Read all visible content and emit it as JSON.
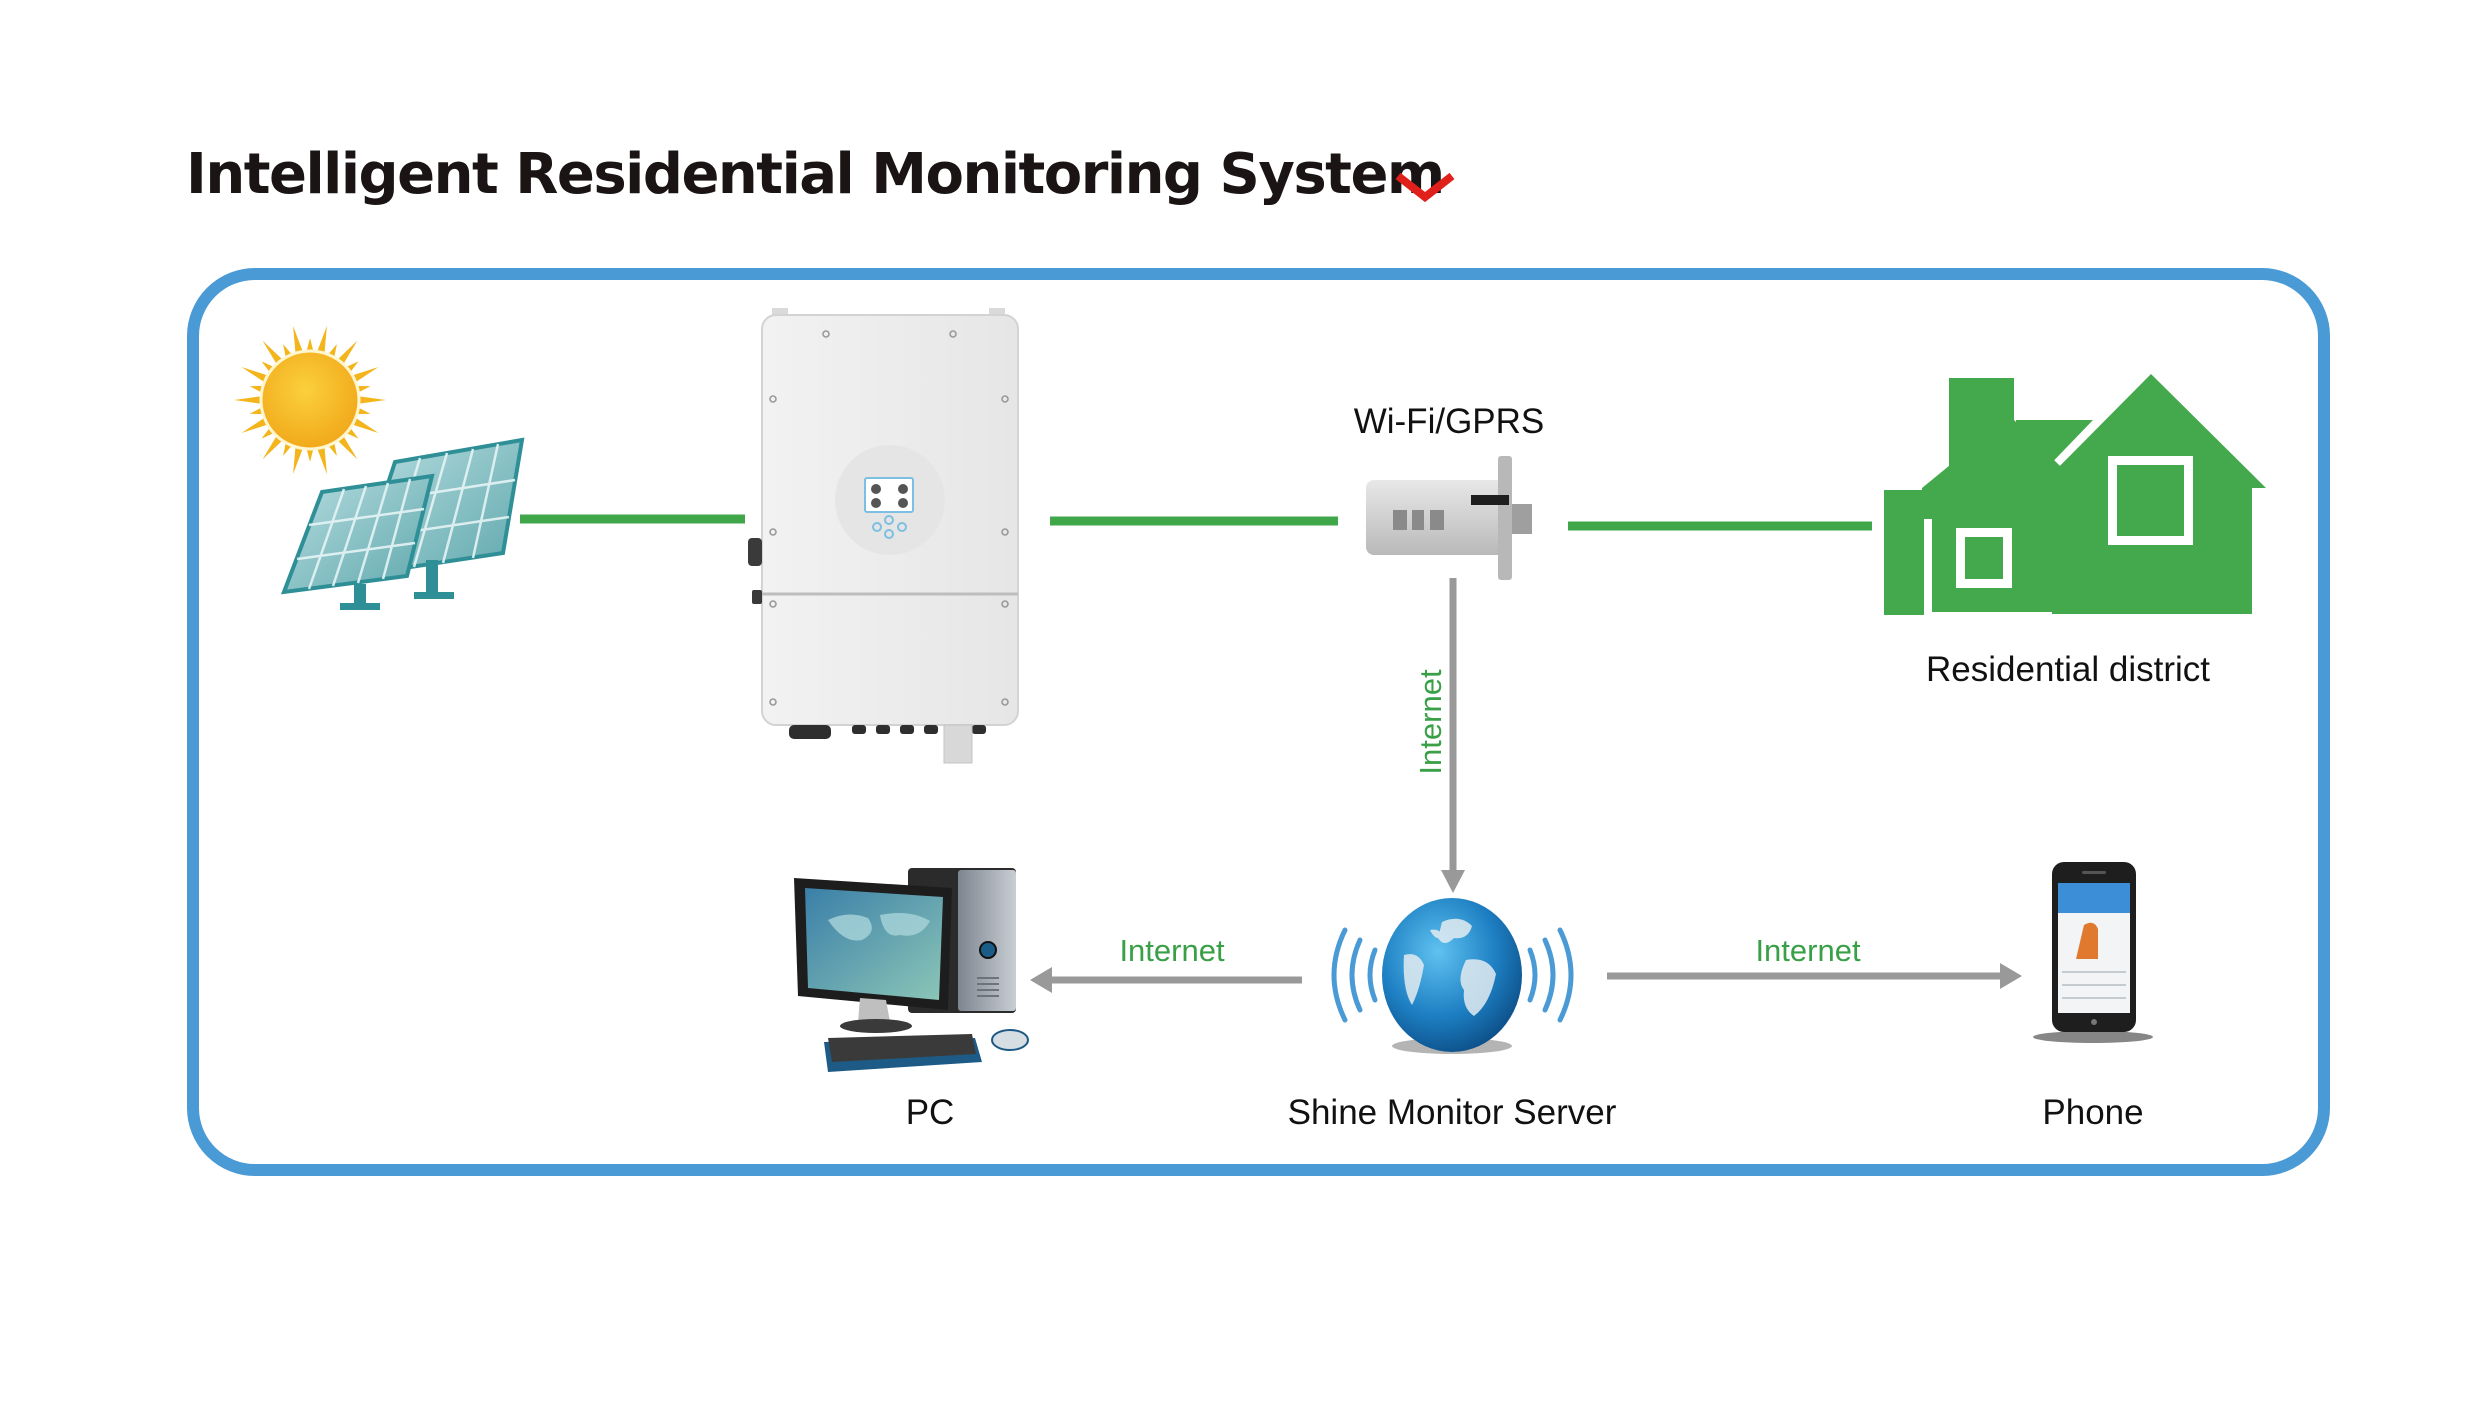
{
  "header": {
    "title": "Intelligent Residential Monitoring System",
    "chevron_icon": "chevron-down-icon",
    "chevron_color": "#e0201b"
  },
  "diagram": {
    "frame_color": "#4a9ad6",
    "power_link_color": "#3fa64a",
    "data_link_color": "#999999",
    "link_label_color": "#3aa048",
    "nodes": {
      "solar": {
        "icon": "solar-panel-icon",
        "sun_icon": "sun-icon",
        "label": ""
      },
      "inverter": {
        "icon": "inverter-icon",
        "label": ""
      },
      "datalogger": {
        "icon": "wifi-gprs-dongle-icon",
        "label": "Wi-Fi/GPRS"
      },
      "residence": {
        "icon": "houses-icon",
        "label": "Residential district"
      },
      "server": {
        "icon": "globe-icon",
        "label": "Shine Monitor Server"
      },
      "pc": {
        "icon": "desktop-computer-icon",
        "label": "PC"
      },
      "phone": {
        "icon": "smartphone-icon",
        "label": "Phone"
      }
    },
    "links": [
      {
        "from": "solar",
        "to": "inverter",
        "type": "power",
        "label": ""
      },
      {
        "from": "inverter",
        "to": "datalogger",
        "type": "power",
        "label": ""
      },
      {
        "from": "datalogger",
        "to": "residence",
        "type": "power",
        "label": ""
      },
      {
        "from": "datalogger",
        "to": "server",
        "type": "data",
        "label": "Internet",
        "arrow": "to"
      },
      {
        "from": "server",
        "to": "pc",
        "type": "data",
        "label": "Internet",
        "arrow": "to"
      },
      {
        "from": "server",
        "to": "phone",
        "type": "data",
        "label": "Internet",
        "arrow": "to"
      }
    ]
  }
}
